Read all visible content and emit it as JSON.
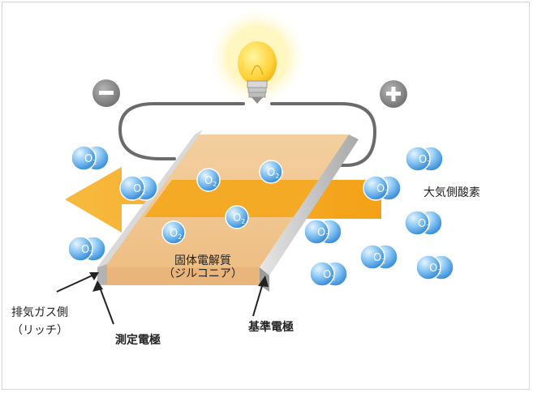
{
  "terminals": {
    "negative": "−",
    "positive": "+"
  },
  "molecule_label": "O",
  "molecule_subscript": "2",
  "labels": {
    "electrolyte_line1": "固体電解質",
    "electrolyte_line2": "（ジルコニア）",
    "atmosphere_oxygen": "大気側酸素",
    "exhaust_line1": "排気ガス側",
    "exhaust_line2": "（リッチ）",
    "measuring_electrode": "測定電極",
    "reference_electrode": "基準電極"
  },
  "colors": {
    "arrow": "#f5a30f",
    "electrolyte_top": "#f2c89a",
    "electrolyte_side": "#e2b27d",
    "electrode": "#c8c8c8",
    "wire": "#6b6b6b",
    "terminal": "#8a8a8a",
    "molecule": "#4f9fe0",
    "bulb_glow": "#fff4b0",
    "bulb": "#ffd84a"
  },
  "icons": [
    "light-bulb-icon",
    "minus-terminal-icon",
    "plus-terminal-icon",
    "oxygen-molecule-icon"
  ]
}
